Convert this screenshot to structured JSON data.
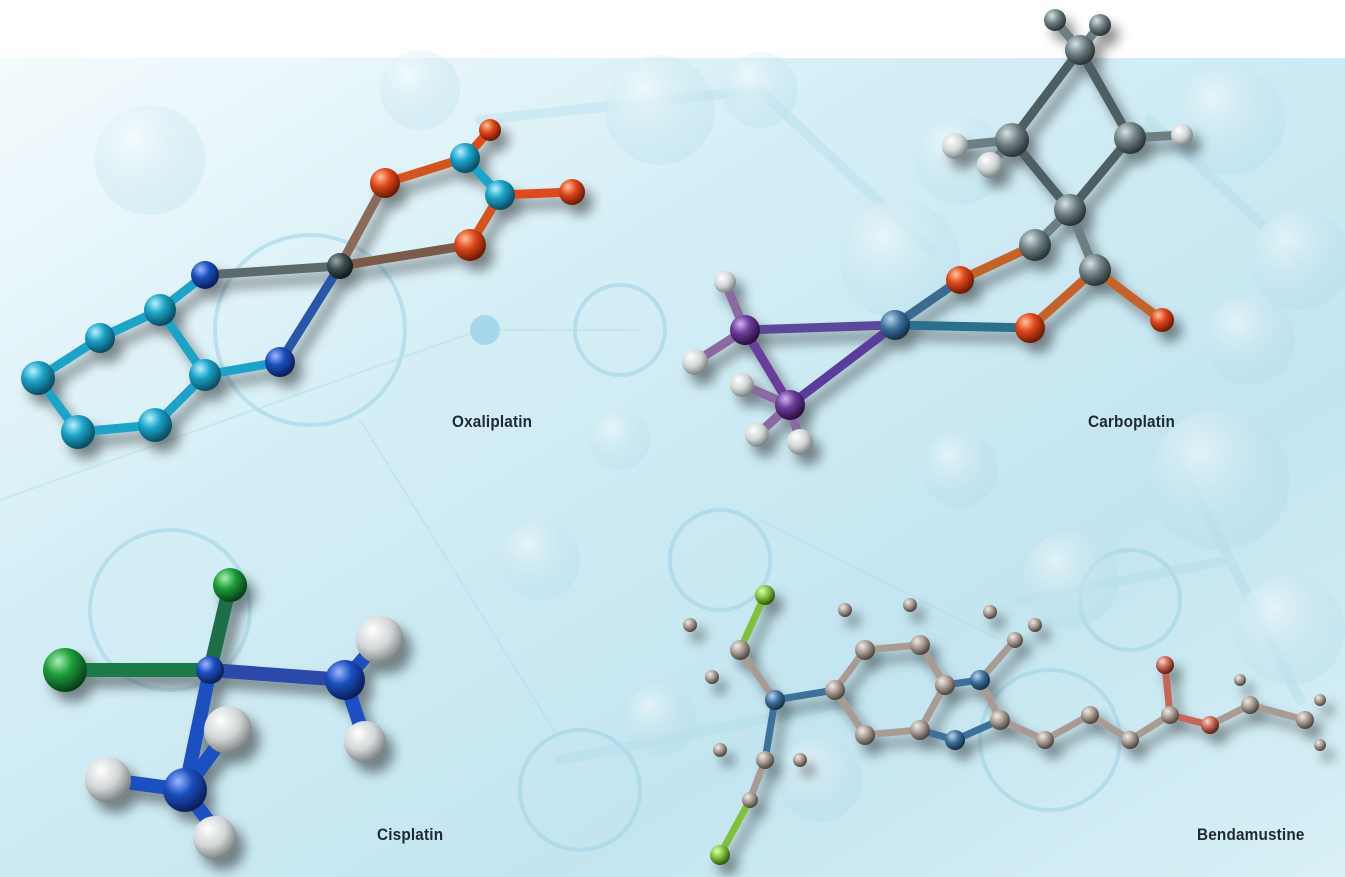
{
  "labels": {
    "oxaliplatin": "Oxaliplatin",
    "carboplatin": "Carboplatin",
    "cisplatin": "Cisplatin",
    "bendamustine": "Bendamustine"
  },
  "colors": {
    "background_light": "#e8f6fb",
    "background_mid": "#bfe3ef",
    "cyan_atom": "#1aa3c8",
    "blue_atom": "#1b4fbf",
    "oxygen_atom": "#e0481c",
    "platinum_atom": "#3a4a4c",
    "carbon_grey": "#6e7f84",
    "hydrogen_white": "#e4e6e6",
    "chlorine_green": "#1e9e3a",
    "purple_atom": "#6a3c9a",
    "label_text": "#1c2a33"
  }
}
